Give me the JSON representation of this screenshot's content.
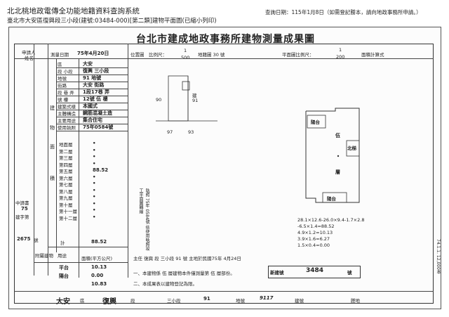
{
  "header": {
    "system_title": "北北桃地政電傳全功能地籍資料查詢系統",
    "subtitle": "臺北市大安區復興段三小段(建號:03484-000)[第二類]建物平面圖(已縮小列印)",
    "query_date": "查詢日期：115年1月8日（如需登記謄本，請向地政事務所申請。）"
  },
  "document": {
    "title": "台北市建成地政事務所建物測量成果圖",
    "left_top": [
      "申請人",
      "姓名"
    ],
    "applied_date_label": "測量日期",
    "applied_date": "75年4月20日",
    "location_label": "位置圖",
    "scale_label": "比例尺：",
    "scale_location": "1/500",
    "scale_location_num": "1",
    "scale_location_den": "500",
    "land_no_label": "地籍圖 30 號",
    "floor_scale_label": "平面圖比例尺：",
    "floor_scale_num": "1",
    "floor_scale_den": "200",
    "area_label": "面積計算式",
    "rows": [
      {
        "label": "區",
        "value": "大安"
      },
      {
        "label": "段 小段",
        "value": "復興 三小段"
      },
      {
        "label": "地號",
        "value": "91 地號"
      },
      {
        "label": "街路",
        "value": "大安 街路"
      },
      {
        "label": "段 巷 弄",
        "value": "1段17巷 弄"
      },
      {
        "label": "號 樓",
        "value": "12號 伍 樓"
      },
      {
        "label": "建築式樣",
        "value": "本國式"
      },
      {
        "label": "主體構造",
        "value": "鋼筋混凝土造"
      },
      {
        "label": "主要用途",
        "value": "集合住宅"
      },
      {
        "label": "使用執照",
        "value": "75年0584號"
      }
    ],
    "floor_labels": [
      "地面層",
      "第二層",
      "第三層",
      "第四層",
      "第五層",
      "第六層",
      "第七層",
      "第八層",
      "第九層",
      "第十層",
      "第十一層",
      "第十二層"
    ],
    "floor_values": [
      "•",
      "•",
      "•",
      "•",
      "88.52",
      "•",
      "•",
      "•",
      "•",
      "•",
      "•",
      "•"
    ],
    "total_label": "計",
    "total_value": "88.52",
    "side_box": [
      "中請書",
      "75",
      "建字第",
      "2675",
      "號"
    ],
    "attached_header": [
      "附屬建物",
      "用途",
      "面積(平方公尺)"
    ],
    "attached_rows": [
      {
        "use": "平台",
        "area": "10.13"
      },
      {
        "use": "陽台",
        "area": "0.00"
      },
      {
        "use": "",
        "area": "10.83"
      }
    ],
    "center_label": "主體建物 復興段 三小段 91號 建物平面圖",
    "vertical_note": "執照 75年 0584號 依使用執照竣工平面圖轉繪",
    "note_line_1": "一、本建物係 伍 層建物本件僅測量第 伍 層部份。",
    "note_line_2": "二、本成果表以建物登記為限。",
    "building_no_label": "新建號",
    "building_no_value": "3484",
    "building_no_suffix": "號",
    "stamp_line": "主任 復興 段 三小段 91 號 主地於民國75年 4月24日",
    "footer_district": "大安",
    "footer_district_suffix": "區",
    "footer_section": "復興",
    "footer_section_suffix": "段",
    "footer_subsection": "三小段",
    "footer_lot": "91",
    "footer_lot_suffix": "地號",
    "footer_signature": "9117",
    "footer_label_1": "建號",
    "footer_label_2": "謄地",
    "plan_labels": {
      "platform_top": "陽台",
      "platform_bottom": "陽台",
      "stair": "北梯",
      "wu": "伍",
      "ceng": "層"
    },
    "plan_formula_1": "28.1×12.6-26.0×9.4-1.7×2.8",
    "plan_formula_2": "-6.5×1.4=88.52",
    "plan_formula_3": "4.9×1.2=10.13",
    "plan_formula_4": "3.9×1.6=6.27",
    "plan_formula_5": "1.5×0.4=0.00",
    "right_margin_note": "74.1.1. 12,000本",
    "location_marks": [
      "建",
      "91",
      "90",
      "97",
      "93"
    ]
  }
}
